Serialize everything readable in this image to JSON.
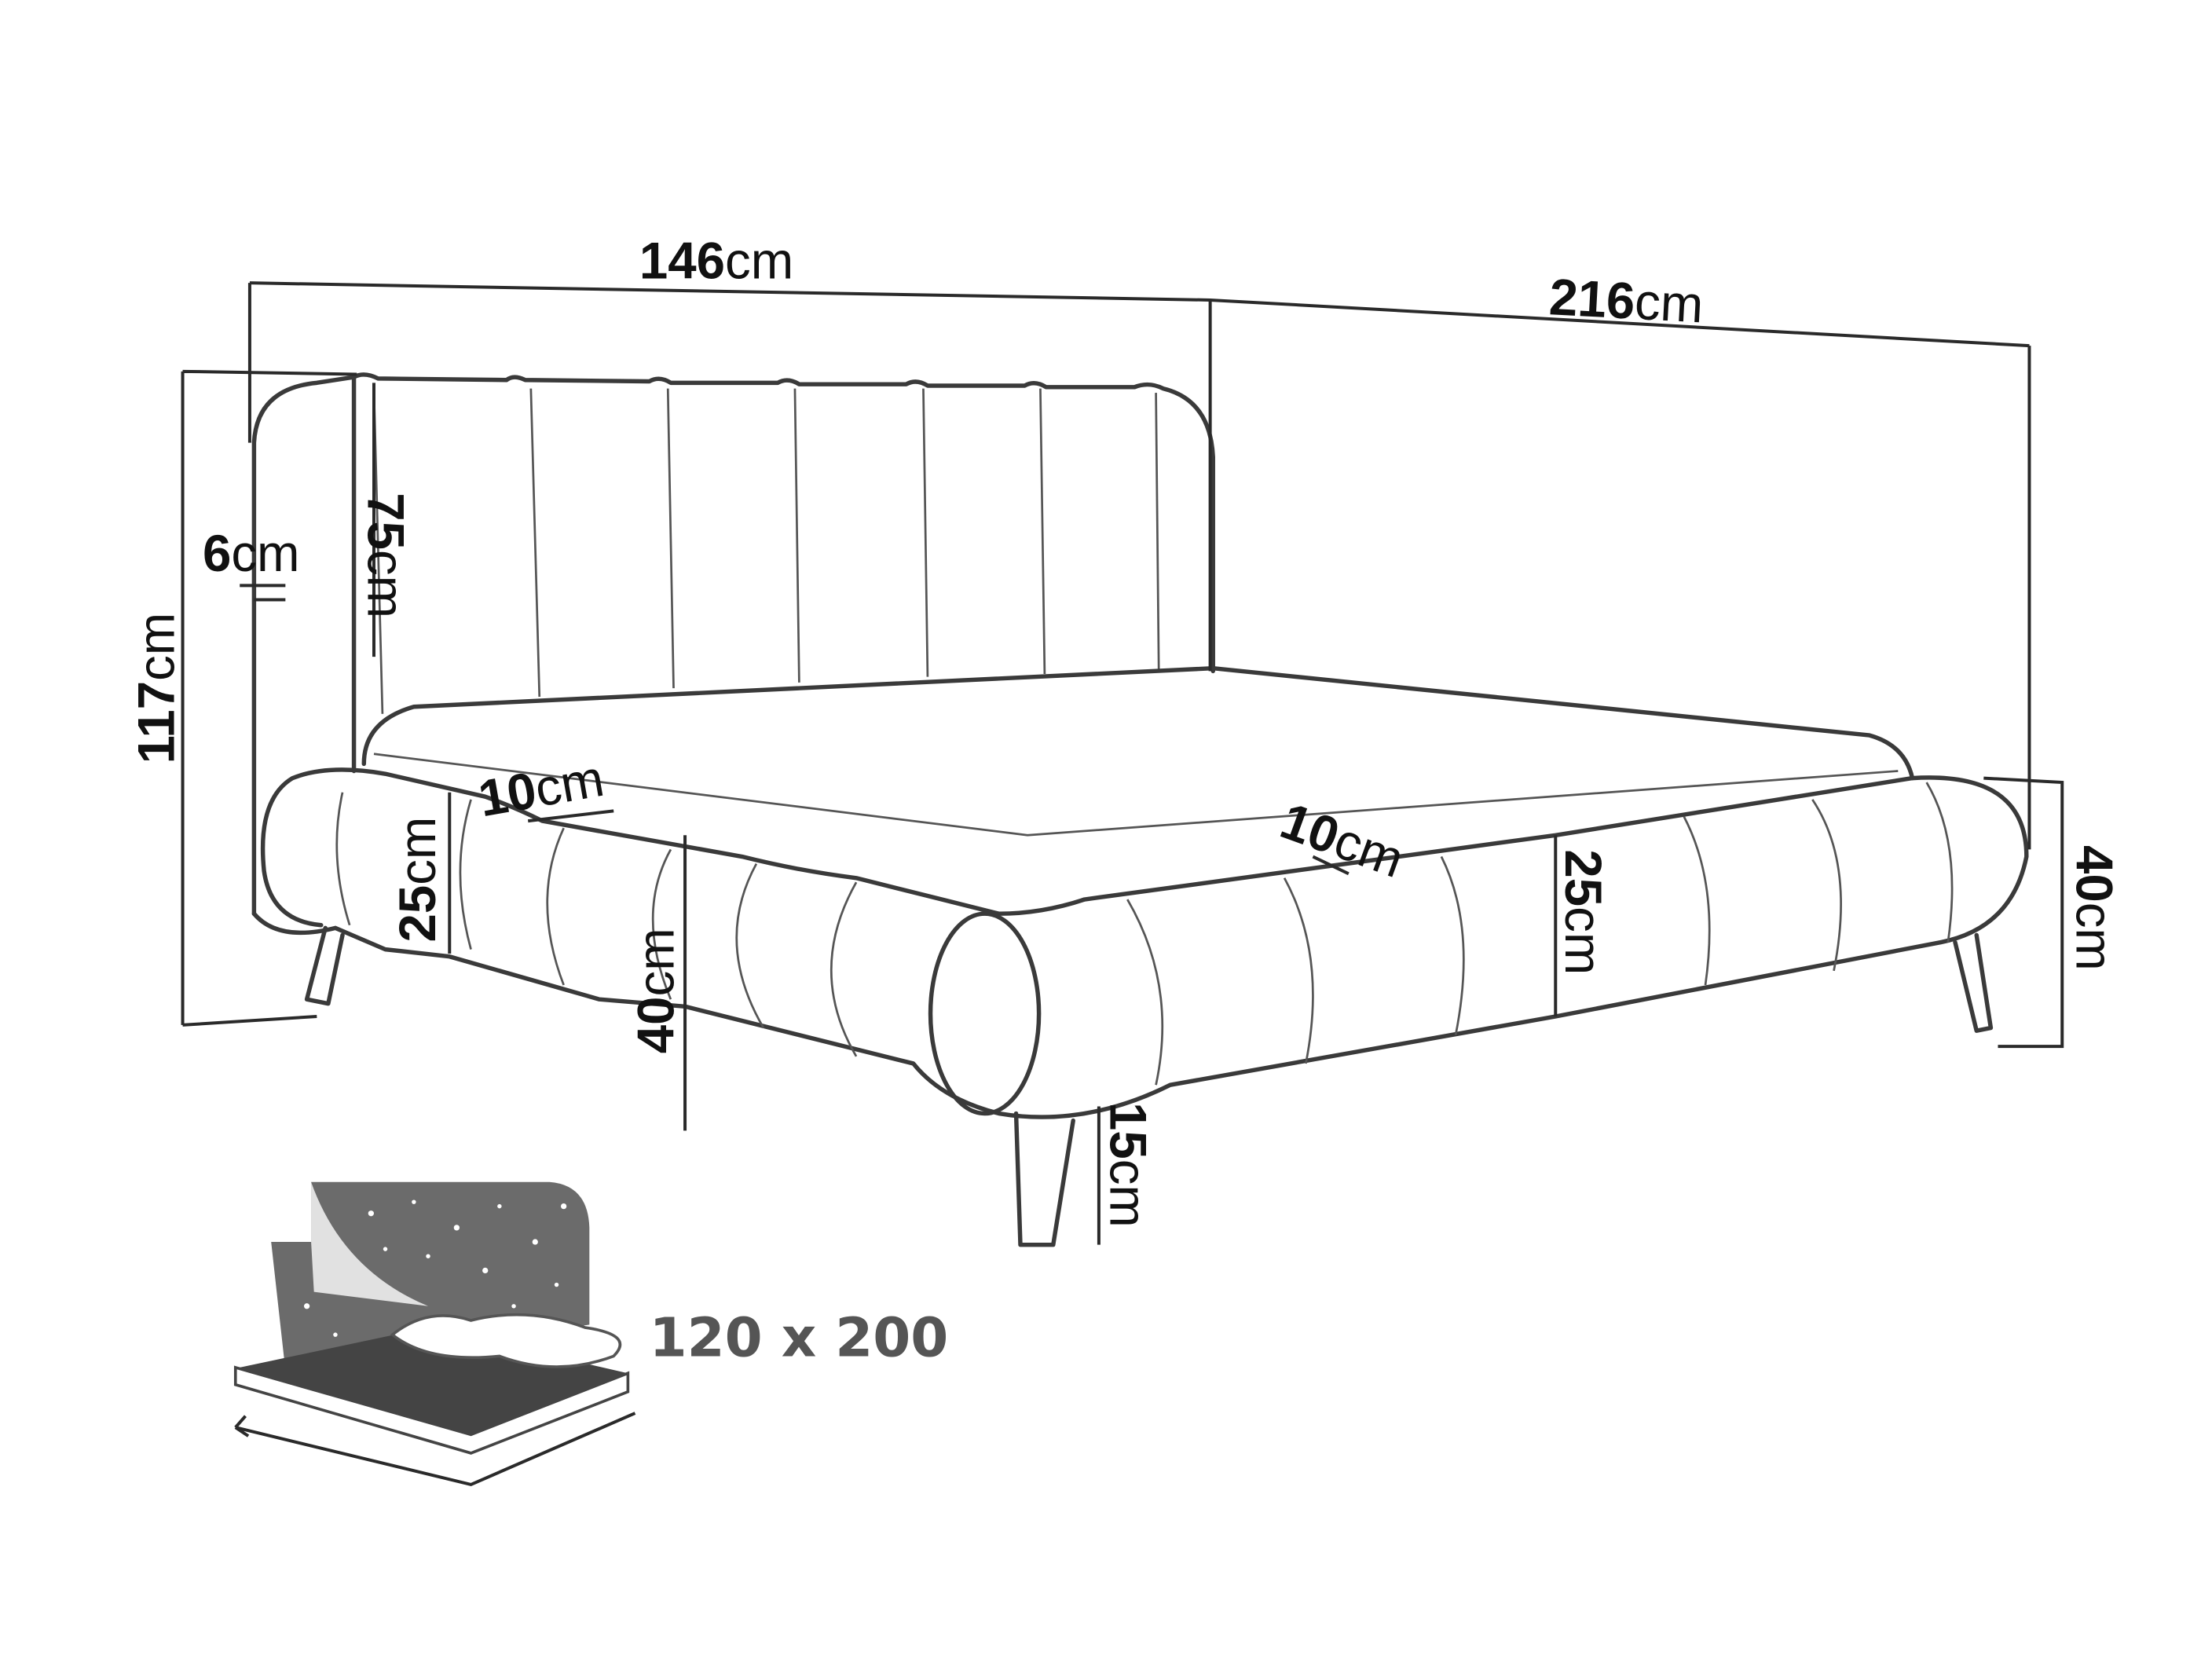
{
  "dimensions": {
    "width": {
      "value": "146",
      "unit": "cm"
    },
    "length": {
      "value": "216",
      "unit": "cm"
    },
    "total_height": {
      "value": "117",
      "unit": "cm"
    },
    "headboard_thickness": {
      "value": "6",
      "unit": "cm"
    },
    "headboard_height": {
      "value": "75",
      "unit": "cm"
    },
    "frame_width_left": {
      "value": "10",
      "unit": "cm"
    },
    "frame_height_left": {
      "value": "25",
      "unit": "cm"
    },
    "bed_height_front": {
      "value": "40",
      "unit": "cm"
    },
    "frame_width_right": {
      "value": "10",
      "unit": "cm"
    },
    "frame_height_right": {
      "value": "25",
      "unit": "cm"
    },
    "bed_height_side": {
      "value": "40",
      "unit": "cm"
    },
    "leg_height": {
      "value": "15",
      "unit": "cm"
    }
  },
  "mattress_size": "120 x 200",
  "colors": {
    "line": "#3a3a3a",
    "icon_gray": "#6b6b6b",
    "mattress_dark": "#444444"
  }
}
